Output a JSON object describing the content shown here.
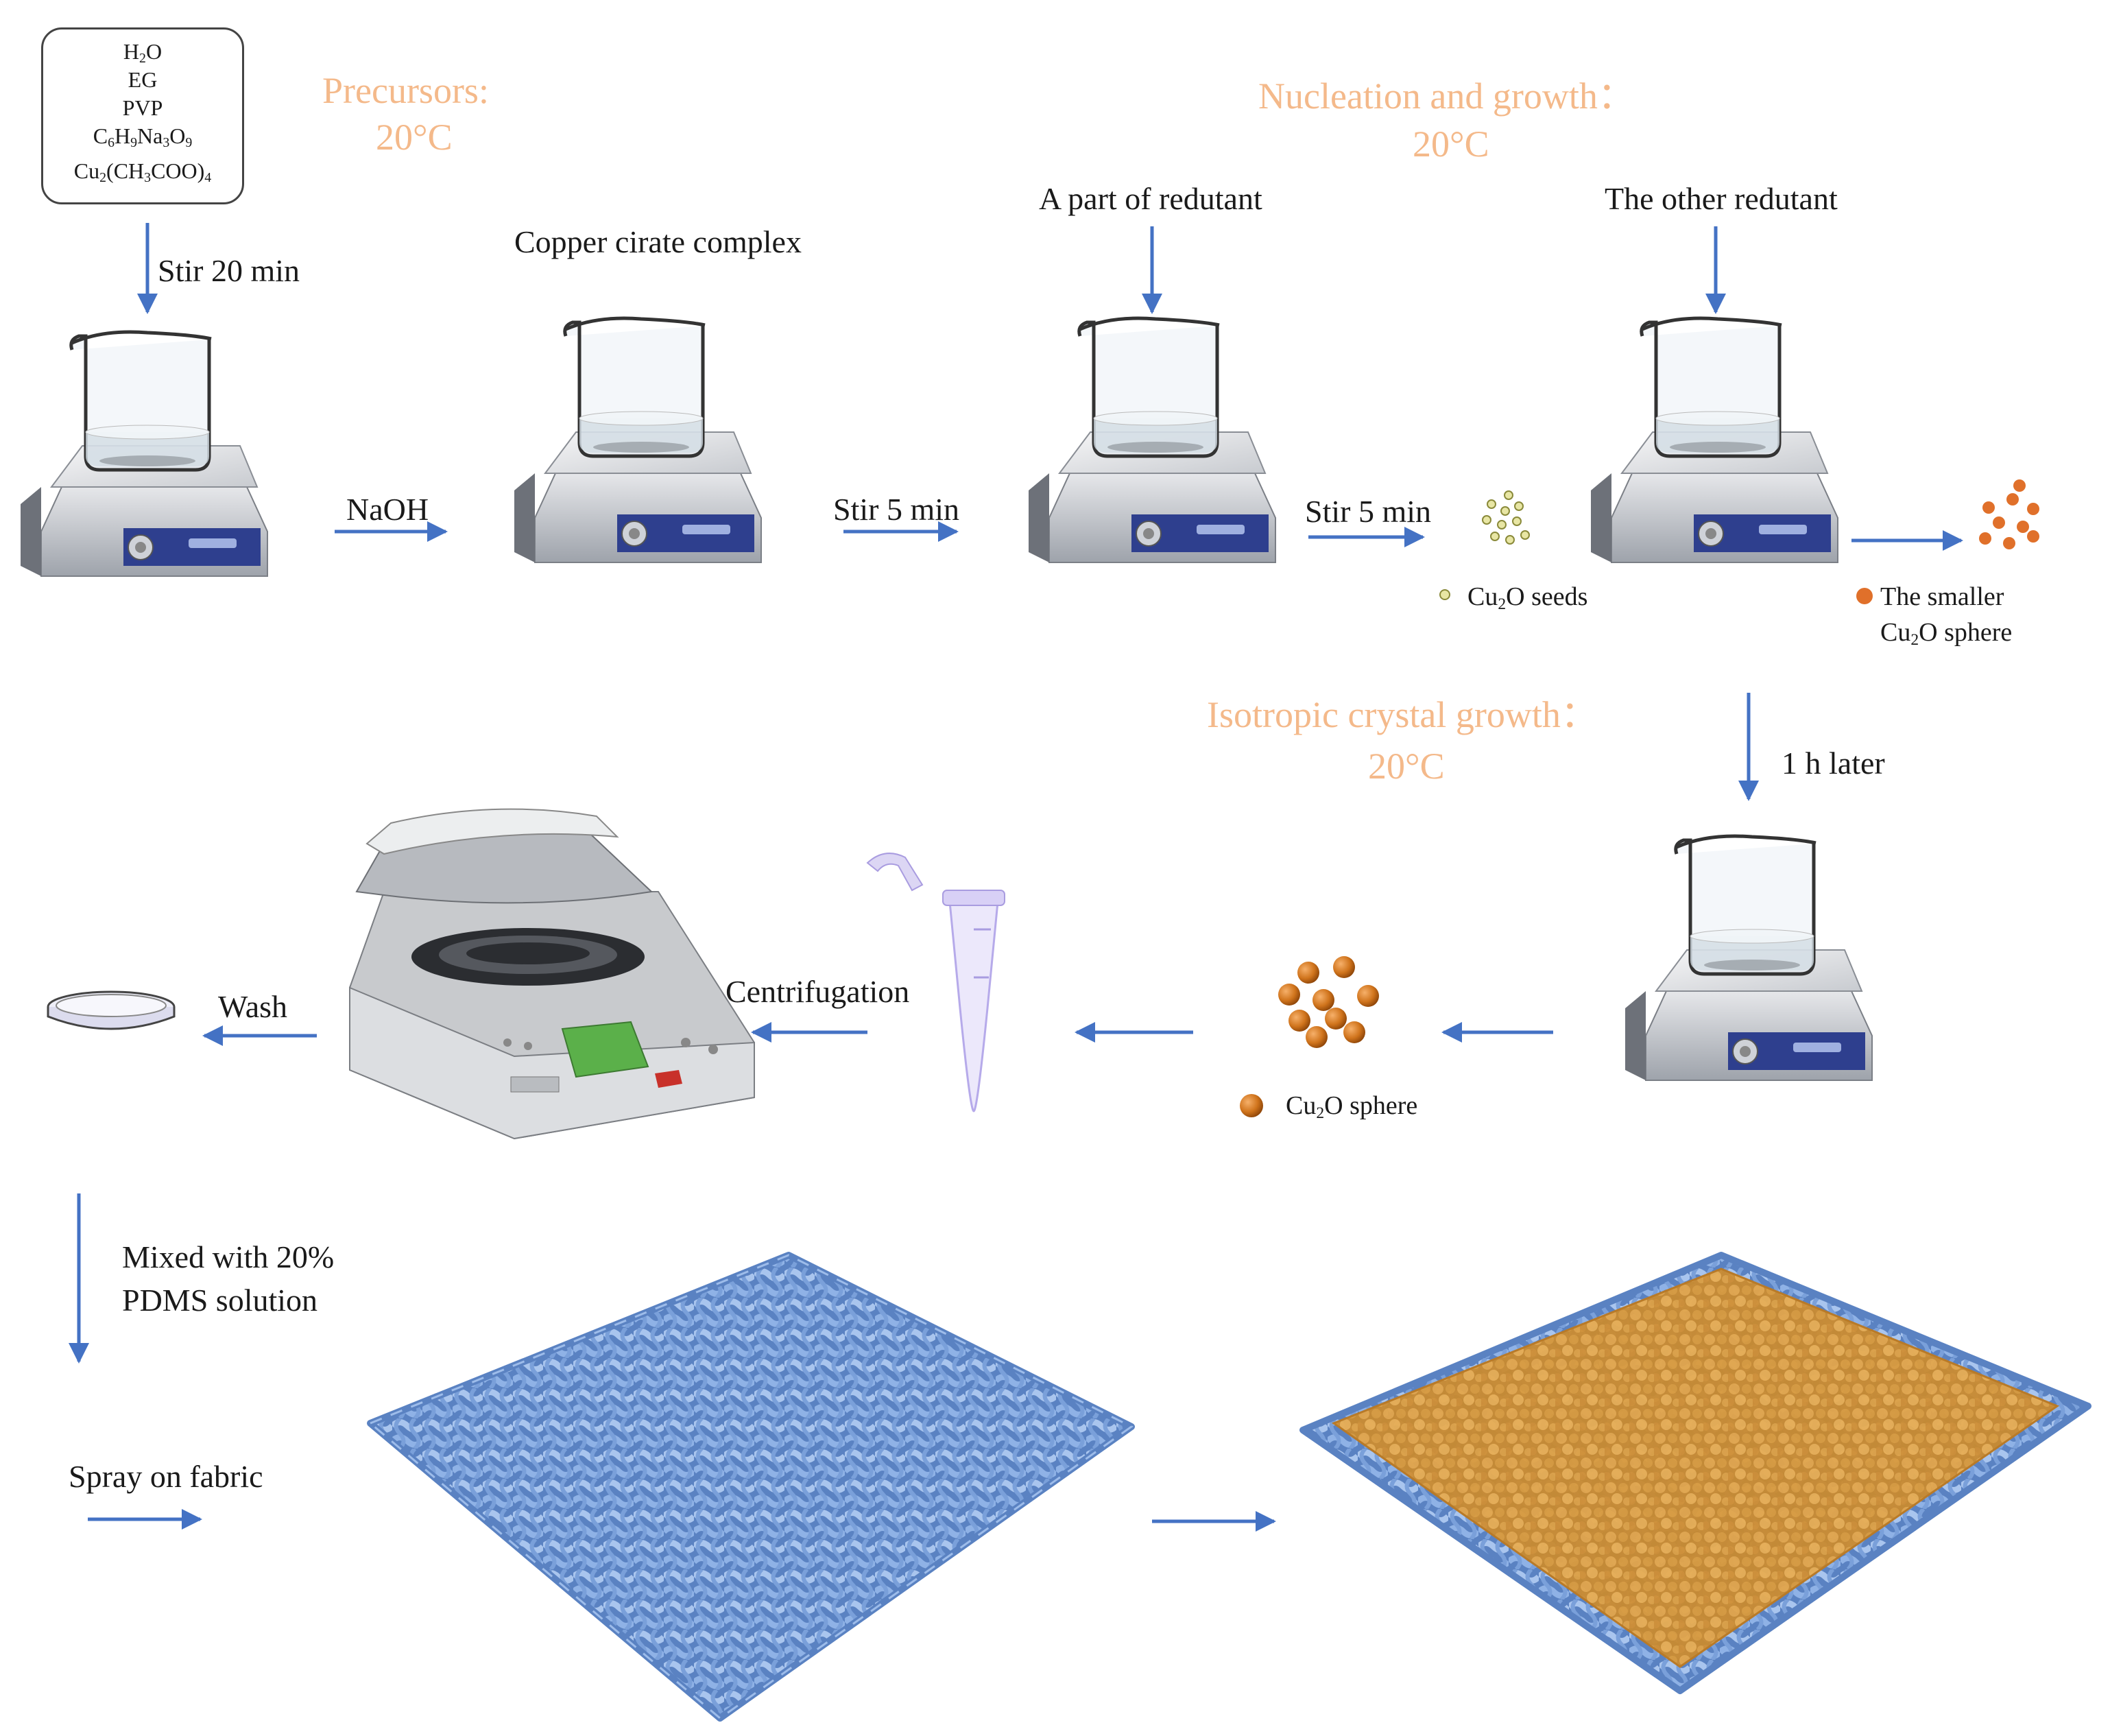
{
  "precursors_box": {
    "items": [
      {
        "main": "H",
        "sub": "2",
        "rest": "O"
      },
      {
        "main": "EG",
        "sub": "",
        "rest": ""
      },
      {
        "main": "PVP",
        "sub": "",
        "rest": ""
      }
    ],
    "citrate": {
      "a": "C",
      "a_sub": "6",
      "b": "H",
      "b_sub": "9",
      "c": "Na",
      "c_sub": "3",
      "d": "O",
      "d_sub": "9"
    },
    "acetate": {
      "a": "Cu",
      "a_sub": "2",
      "b": "(CH",
      "b_sub": "3",
      "c": "COO)",
      "c_sub": "4"
    }
  },
  "stages": {
    "precursors": {
      "title": "Precursors:",
      "temp": "20°C"
    },
    "nucleation": {
      "title": "Nucleation and growth：",
      "temp": "20°C"
    },
    "isotropic": {
      "title": "Isotropic crystal growth：",
      "temp": "20°C"
    }
  },
  "labels": {
    "stir20": "Stir  20 min",
    "copper_complex": "Copper cirate complex",
    "part_reductant": "A part of redutant",
    "other_reductant": "The other redutant",
    "naoh": "NaOH",
    "stir5a": "Stir 5 min",
    "stir5b": "Stir 5 min",
    "seeds_pre": "Cu",
    "seeds_sub": "2",
    "seeds_post": "O seeds",
    "smaller_line1": "The smaller",
    "smaller_pre": "Cu",
    "smaller_sub": "2",
    "smaller_post": "O sphere",
    "one_hour": "1 h later",
    "sphere_pre": "Cu",
    "sphere_sub": "2",
    "sphere_post": "O sphere",
    "centrifugation": "Centrifugation",
    "wash": "Wash",
    "mixed_line1": "Mixed with 20%",
    "mixed_line2": "PDMS solution",
    "spray": "Spray on fabric"
  },
  "colors": {
    "arrow": "#4472c4",
    "stage_title": "#f4b98a",
    "seed": "#e8e6a4",
    "small_sphere": "#e0702a",
    "sphere": "#d0741c",
    "fabric": "#7fa6db",
    "coating": "#d79a3c"
  },
  "icons": [
    "hotplate-beaker-icon",
    "centrifuge-tube-icon",
    "moisture-analyzer-icon",
    "petri-dish-icon",
    "fabric-mesh-icon"
  ]
}
